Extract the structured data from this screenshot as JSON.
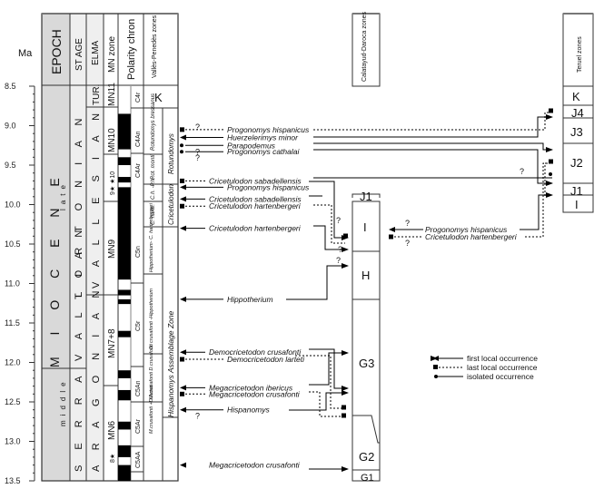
{
  "axis": {
    "label": "Ma",
    "min": 8.5,
    "max": 13.5,
    "ticks": [
      "8.5",
      "9.0",
      "9.5",
      "10.0",
      "10.5",
      "11.0",
      "11.5",
      "12.0",
      "12.5",
      "13.0",
      "13.5"
    ]
  },
  "headers": {
    "epoch": "EPOCH",
    "stage": "ST AGE",
    "elma": "ELMA",
    "mn_zone": "MN zone",
    "polarity": "Polarity chron",
    "valles": "Vallès-Penedès zones",
    "calatayud": "Calatayud-Daroca zones",
    "teruel": "Teruel zones"
  },
  "epoch": {
    "name": "M I O C E N E",
    "late": "late",
    "middle": "middle"
  },
  "stages": {
    "tortonian": "T O R T O N I A N",
    "serravallian": "S E R R A V A L L I A N"
  },
  "elma": {
    "turolian": "TUR.",
    "vallesian": "V A L L E S I A N",
    "aragonian": "A R A G O N I A N"
  },
  "mn_zones": {
    "mn11": "MN11",
    "mn10": "MN10",
    "mn10_markers": "9★ ★10",
    "mn9": "MN9",
    "mn7_8": "MN7+8",
    "mn6": "MN6",
    "mn6_marker": "8★"
  },
  "polarity_chrons": [
    "C4r",
    "C4An",
    "C4Ar",
    "C5n",
    "C5r",
    "C5An",
    "C5Ar",
    "C5AA"
  ],
  "polarity_blocks": [
    [
      8.85,
      9.3
    ],
    [
      9.4,
      9.5
    ],
    [
      9.65,
      9.72
    ],
    [
      9.78,
      10.95
    ],
    [
      11.08,
      11.15
    ],
    [
      11.2,
      11.26
    ],
    [
      11.6,
      11.68
    ],
    [
      12.1,
      12.2
    ],
    [
      12.35,
      12.48
    ],
    [
      12.75,
      12.85
    ],
    [
      13.05,
      13.2
    ],
    [
      13.3,
      13.5
    ]
  ],
  "valles_zones": {
    "k": "K",
    "rotundomys": "Rotundomys",
    "rot_bressanus": "Rotundomys bressanus",
    "rot_montisrotundi": "Rot. monti.",
    "cricetulodon": "Cricetulodon",
    "c_h_ph": "C.h. -P.h.",
    "c_harte": "C. harte.",
    "hipp_c_hart": "Hippotherium- C. hartenbergeri",
    "hispanomys": "Hispanomys Assemblage Zone",
    "d_crus_hipp": "D. crusafonti -Hippotherium",
    "m_crus_d_crus": "M.crusafonti D.crusafonti",
    "m_crus_d_larteti": "M.crusafonti +D.larteti"
  },
  "calatayud_zones": [
    "J1",
    "I",
    "H",
    "G3",
    "G2",
    "G1"
  ],
  "teruel_zones": [
    "K",
    "J4",
    "J3",
    "J2",
    "J1",
    "I"
  ],
  "events_left": [
    {
      "taxon": "Progonomys hispanicus",
      "type": "last",
      "age": 9.05,
      "query": true
    },
    {
      "taxon": "Huerzelerimys minor",
      "type": "first",
      "age": 9.15
    },
    {
      "taxon": "Parapodemus",
      "type": "isolated",
      "age": 9.25,
      "query": true
    },
    {
      "taxon": "Progonomys cathalai",
      "type": "isolated",
      "age": 9.33,
      "query": true
    },
    {
      "taxon": "Cricetulodon sabadellensis",
      "type": "last",
      "age": 9.7
    },
    {
      "taxon": "Progonomys hispanicus",
      "type": "first",
      "age": 9.78
    },
    {
      "taxon": "Cricetulodon sabadellensis",
      "type": "first",
      "age": 9.93
    },
    {
      "taxon": "Cricetulodon hartenbergeri",
      "type": "last",
      "age": 10.02
    },
    {
      "taxon": "Cricetulodon hartenbergeri",
      "type": "first",
      "age": 10.3
    },
    {
      "taxon": "Hippotherium",
      "type": "first",
      "age": 11.2
    },
    {
      "taxon": "Democricetodon crusafonti",
      "type": "first",
      "age": 11.87
    },
    {
      "taxon": "Democricetodon larteti",
      "type": "last",
      "age": 11.96
    },
    {
      "taxon": "Megacricetodon ibericus",
      "type": "first",
      "age": 12.32
    },
    {
      "taxon": "Megacricetodon crusafonti",
      "type": "last",
      "age": 12.4
    },
    {
      "taxon": "Hispanomys",
      "type": "first",
      "age": 12.6,
      "query": true
    },
    {
      "taxon": "Megacricetodon crusafonti",
      "type": "first",
      "age": 13.3
    }
  ],
  "events_right": [
    {
      "taxon": "Progonomys hispanicus",
      "type": "first",
      "age": 10.35,
      "query": true
    },
    {
      "taxon": "Cricetulodon hartenbergeri",
      "type": "last",
      "age": 10.45,
      "query": true
    }
  ],
  "legend": [
    {
      "type": "first",
      "label": "first local occurrence"
    },
    {
      "type": "last",
      "label": "last local occurrence"
    },
    {
      "type": "isolated",
      "label": "isolated occurrence"
    }
  ],
  "query_mark": "?"
}
